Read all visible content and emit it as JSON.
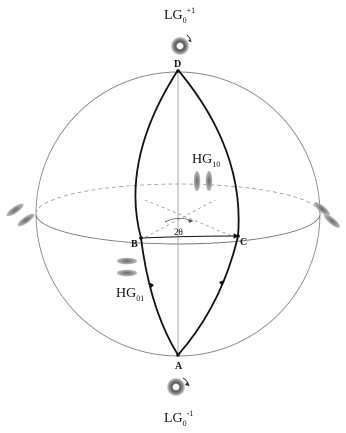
{
  "labels": {
    "top_mode_base": "LG",
    "top_mode_sub": "0",
    "top_mode_sup": "+1",
    "bottom_mode_base": "LG",
    "bottom_mode_sub": "0",
    "bottom_mode_sup": "-1",
    "hg10_base": "HG",
    "hg10_sub": "10",
    "hg01_base": "HG",
    "hg01_sub": "01",
    "angle": "2θ",
    "point_a": "A",
    "point_b": "B",
    "point_c": "C",
    "point_d": "D"
  },
  "colors": {
    "line": "#333333",
    "heavy": "#111111",
    "lobe_dark": "#777777",
    "lobe_light": "#bbbbbb"
  },
  "icons": [
    "donut-mode-icon",
    "lobe-pair-icon"
  ]
}
